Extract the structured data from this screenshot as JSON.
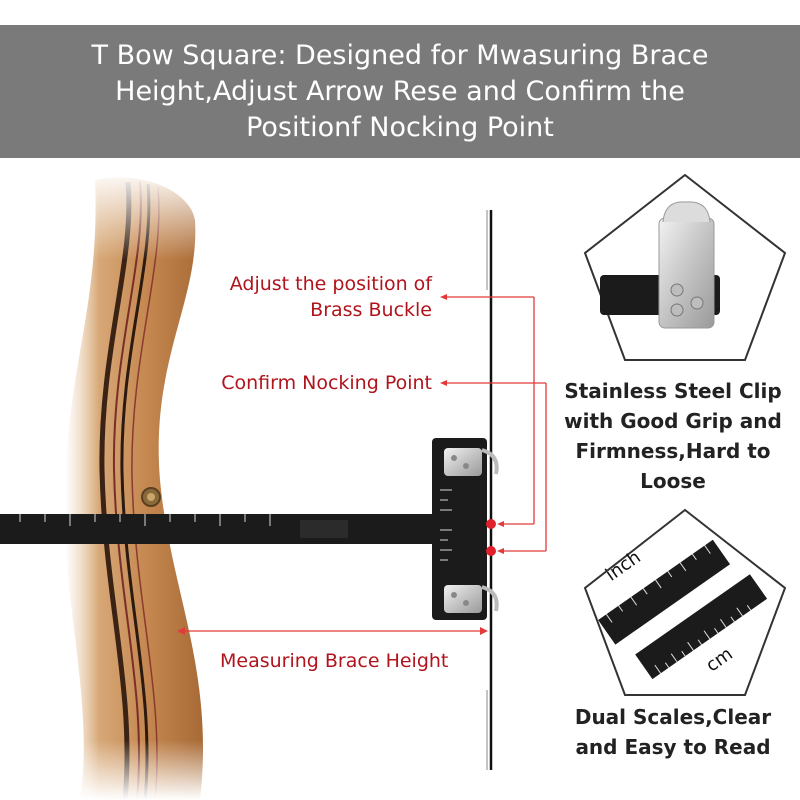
{
  "banner": {
    "line1": "T Bow Square: Designed for Mwasuring Brace",
    "line2": "Height,Adjust Arrow Rese and Confirm the",
    "line3": "Positionf Nocking Point"
  },
  "callouts": {
    "adjust_line1": "Adjust the position of",
    "adjust_line2": "Brass Buckle",
    "confirm": "Confirm Nocking Point",
    "brace": "Measuring Brace Height"
  },
  "features": {
    "clip_line1": "Stainless Steel Clip",
    "clip_line2": "with Good Grip and",
    "clip_line3": "Firmness,Hard to",
    "clip_line4": "Loose",
    "scales_line1": "Dual Scales,Clear",
    "scales_line2": "and Easy to Read",
    "inch_label": "inch",
    "cm_label": "cm"
  },
  "colors": {
    "banner": "#7a7a7a",
    "callout_red": "#b0141c",
    "wood": "#c58a55",
    "square_black": "#1b1b1b",
    "steel": "#c9c9c9"
  }
}
